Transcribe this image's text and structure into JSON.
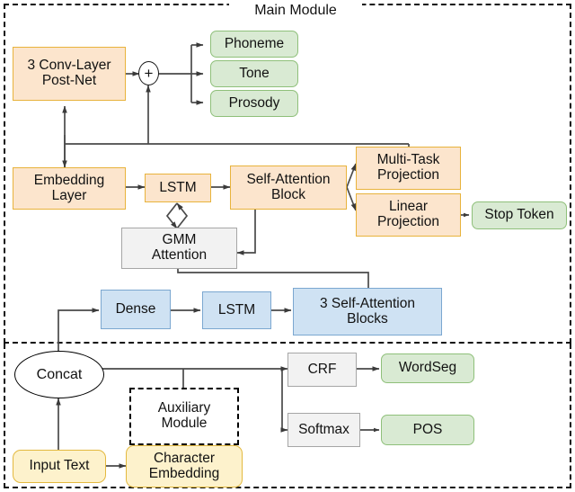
{
  "diagram": {
    "title": "Main Module",
    "regions": [
      {
        "name": "main-module",
        "label": "Main Module"
      },
      {
        "name": "auxiliary-region",
        "label": ""
      }
    ],
    "nodes": {
      "post_net": {
        "label": "3 Conv-Layer\nPost-Net",
        "style": "peach"
      },
      "add": {
        "label": "+",
        "style": "circle"
      },
      "phoneme": {
        "label": "Phoneme",
        "style": "green"
      },
      "tone": {
        "label": "Tone",
        "style": "green"
      },
      "prosody": {
        "label": "Prosody",
        "style": "green"
      },
      "embedding_layer": {
        "label": "Embedding\nLayer",
        "style": "peach"
      },
      "lstm_main": {
        "label": "LSTM",
        "style": "peach"
      },
      "self_attention": {
        "label": "Self-Attention\nBlock",
        "style": "peach"
      },
      "multi_task": {
        "label": "Multi-Task\nProjection",
        "style": "peach"
      },
      "linear_projection": {
        "label": "Linear\nProjection",
        "style": "peach"
      },
      "stop_token": {
        "label": "Stop Token",
        "style": "green"
      },
      "gmm_attention": {
        "label": "GMM\nAttention",
        "style": "grey"
      },
      "dense": {
        "label": "Dense",
        "style": "blue"
      },
      "lstm_enc": {
        "label": "LSTM",
        "style": "blue"
      },
      "self_attn_blocks": {
        "label": "3 Self-Attention\nBlocks",
        "style": "blue"
      },
      "concat": {
        "label": "Concat",
        "style": "ellipse"
      },
      "auxiliary_module": {
        "label": "Auxiliary\nModule",
        "style": "dashed"
      },
      "crf": {
        "label": "CRF",
        "style": "grey"
      },
      "softmax": {
        "label": "Softmax",
        "style": "grey"
      },
      "wordseg": {
        "label": "WordSeg",
        "style": "green"
      },
      "pos": {
        "label": "POS",
        "style": "green"
      },
      "input_text": {
        "label": "Input Text",
        "style": "yellow"
      },
      "character_embedding": {
        "label": "Character\nEmbedding",
        "style": "yellow"
      }
    },
    "colors": {
      "peach_fill": "#fce5cd",
      "peach_border": "#e8b33c",
      "green_fill": "#d9ead3",
      "green_border": "#8fc07a",
      "blue_fill": "#cfe2f3",
      "blue_border": "#7ba7d0",
      "grey_fill": "#f2f2f2",
      "grey_border": "#a6a6a6",
      "yellow_fill": "#fdf2cc",
      "yellow_border": "#e3b93f",
      "wire": "#444444",
      "frame": "#111111"
    }
  }
}
